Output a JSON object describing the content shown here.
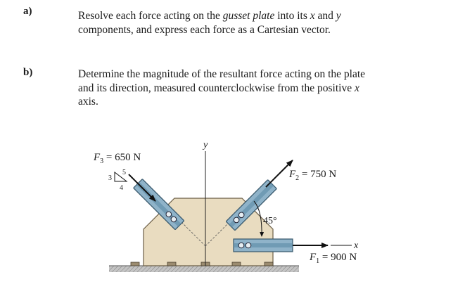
{
  "part_a": {
    "label": "a)",
    "text_1": "Resolve each force acting on the ",
    "text_italic_1": "gusset plate",
    "text_2": " into its ",
    "text_italic_2": "x",
    "text_3": " and ",
    "text_italic_3": "y",
    "text_4": " components, and express each force as a Cartesian vector."
  },
  "part_b": {
    "label": "b)",
    "text_1": "Determine the magnitude of the resultant force acting on the plate and its direction, measured counterclockwise from the positive ",
    "text_italic_1": "x",
    "text_2": " axis."
  },
  "figure": {
    "axis_y": "y",
    "axis_x": "x",
    "f3_symbol": "F",
    "f3_sub": "3",
    "f3_value": " = 650 N",
    "slope_3": "3",
    "slope_4": "4",
    "slope_5": "5",
    "f2_symbol": "F",
    "f2_sub": "2",
    "f2_value": " = 750 N",
    "angle": "45°",
    "f1_symbol": "F",
    "f1_sub": "1",
    "f1_value": " = 900 N",
    "colors": {
      "plate": "#e9dcc0",
      "member": "#8fb3c9",
      "member_dark": "#4f7388",
      "ground": "#b9b9b9"
    }
  }
}
